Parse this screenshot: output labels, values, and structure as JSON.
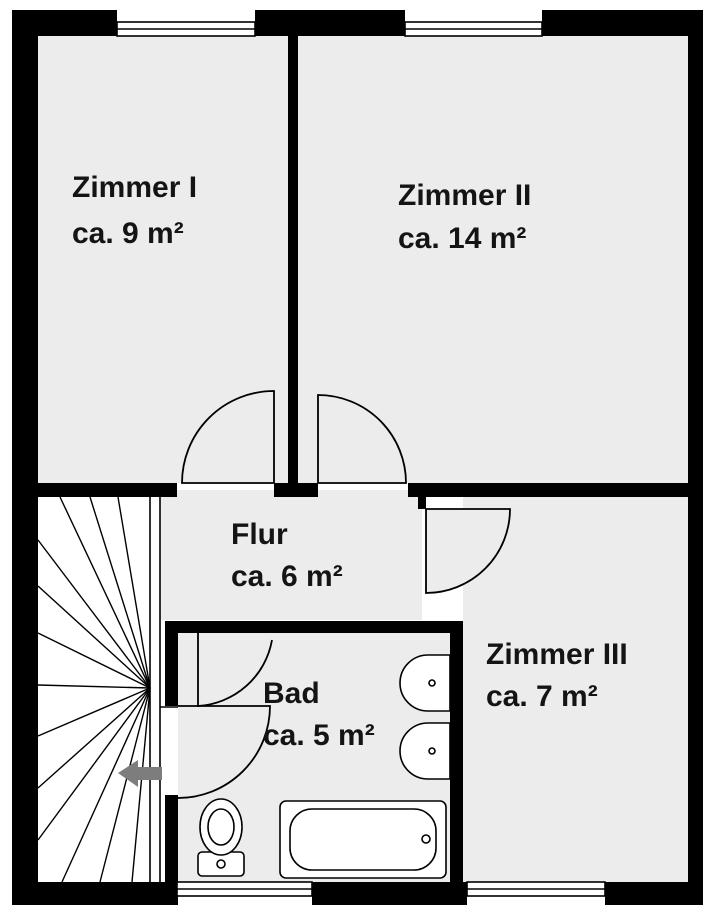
{
  "rooms": [
    {
      "id": "zimmer-1",
      "name": "Zimmer I",
      "area": "ca. 9 m²"
    },
    {
      "id": "zimmer-2",
      "name": "Zimmer II",
      "area": "ca. 14 m²"
    },
    {
      "id": "zimmer-3",
      "name": "Zimmer III",
      "area": "ca. 7 m²"
    },
    {
      "id": "flur",
      "name": "Flur",
      "area": "ca. 6 m²"
    },
    {
      "id": "bad",
      "name": "Bad",
      "area": "ca. 5 m²"
    }
  ],
  "colors": {
    "wall": "#000000",
    "floor": "#ececec",
    "stair_floor": "#ffffff",
    "arrow": "#7d7d7d"
  }
}
